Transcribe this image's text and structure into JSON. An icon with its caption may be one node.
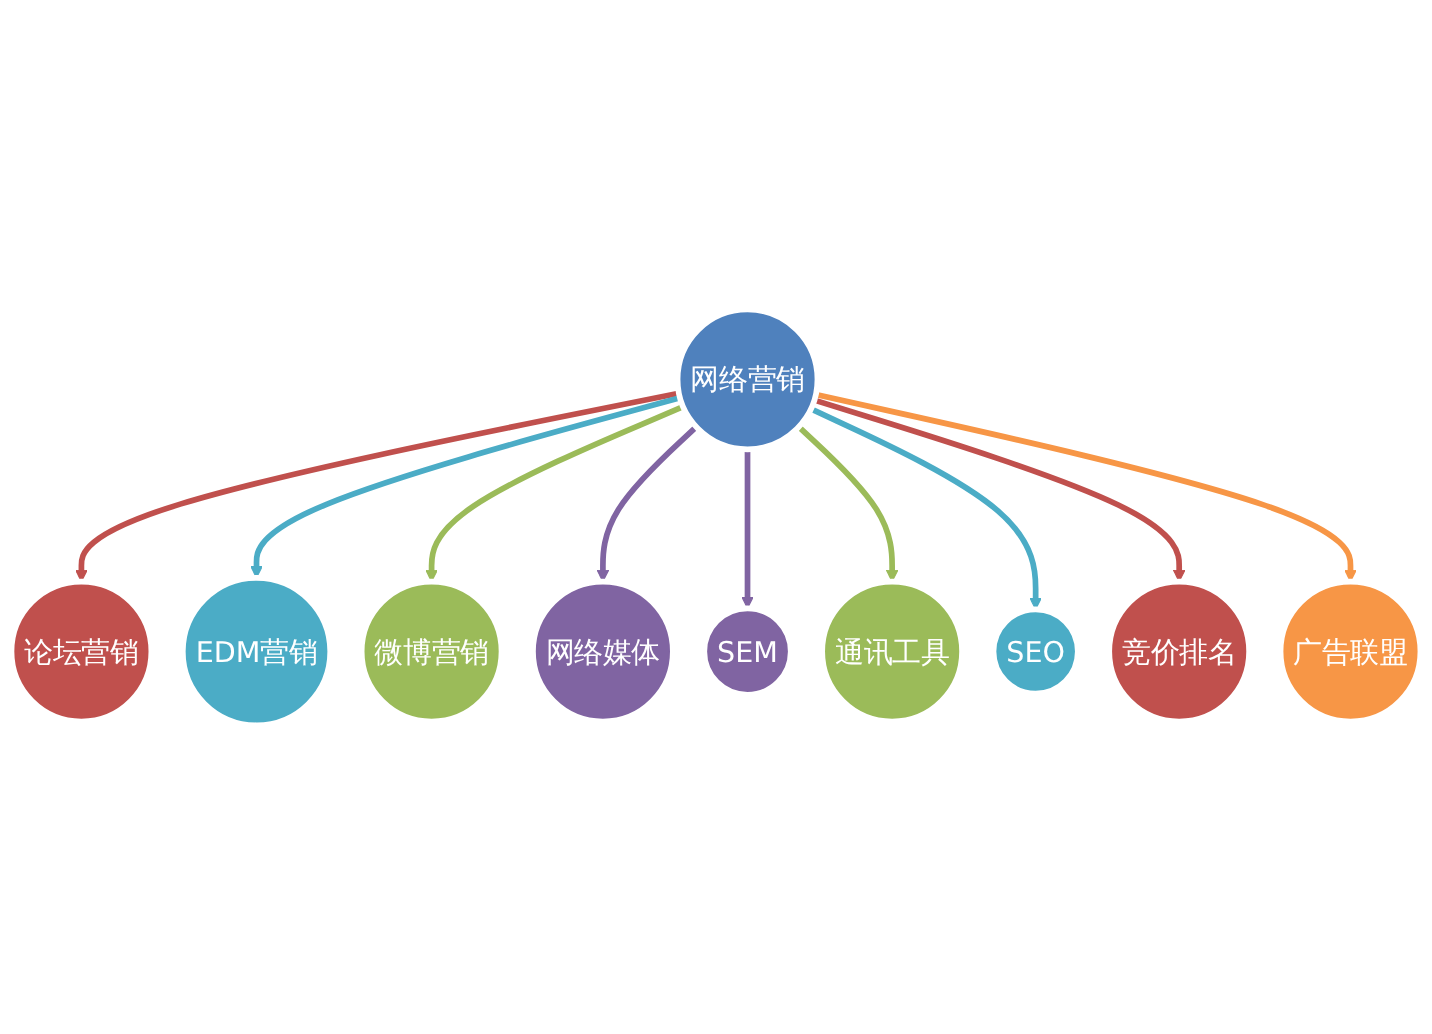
{
  "diagram": {
    "nodes": [
      {
        "text": [
          "论坛营销"
        ]
      },
      {
        "text": [
          "EDM营销"
        ]
      },
      {
        "text": [
          "微博营销"
        ]
      },
      {
        "text": [
          "网络媒体"
        ]
      },
      {
        "text": [
          "网络营销"
        ]
      },
      {
        "text": [
          "SEM"
        ]
      },
      {
        "text": [
          "通讯工具"
        ]
      },
      {
        "text": [
          "SEO"
        ]
      },
      {
        "text": [
          "竞价排名"
        ]
      },
      {
        "text": [
          "广告联盟"
        ]
      }
    ],
    "edges": [
      {
        "from": 4,
        "to": 0,
        "arrow": "to",
        "color": "#c0504d"
      },
      {
        "from": 4,
        "to": 1,
        "arrow": "to",
        "color": "#4bacc6"
      },
      {
        "from": 4,
        "to": 2,
        "arrow": "to",
        "color": "#9bbb59"
      },
      {
        "from": 4,
        "to": 3,
        "arrow": "to",
        "color": "#8064a2"
      },
      {
        "from": 4,
        "to": 5,
        "arrow": "to",
        "color": "#8064a2"
      },
      {
        "from": 4,
        "to": 6,
        "arrow": "to",
        "color": "#9bbb59"
      },
      {
        "from": 4,
        "to": 7,
        "arrow": "to",
        "color": "#4bacc6"
      },
      {
        "from": 4,
        "to": 8,
        "arrow": "to",
        "color": "#c0504d"
      },
      {
        "from": 4,
        "to": 9,
        "arrow": "to",
        "color": "#f79646"
      }
    ]
  }
}
